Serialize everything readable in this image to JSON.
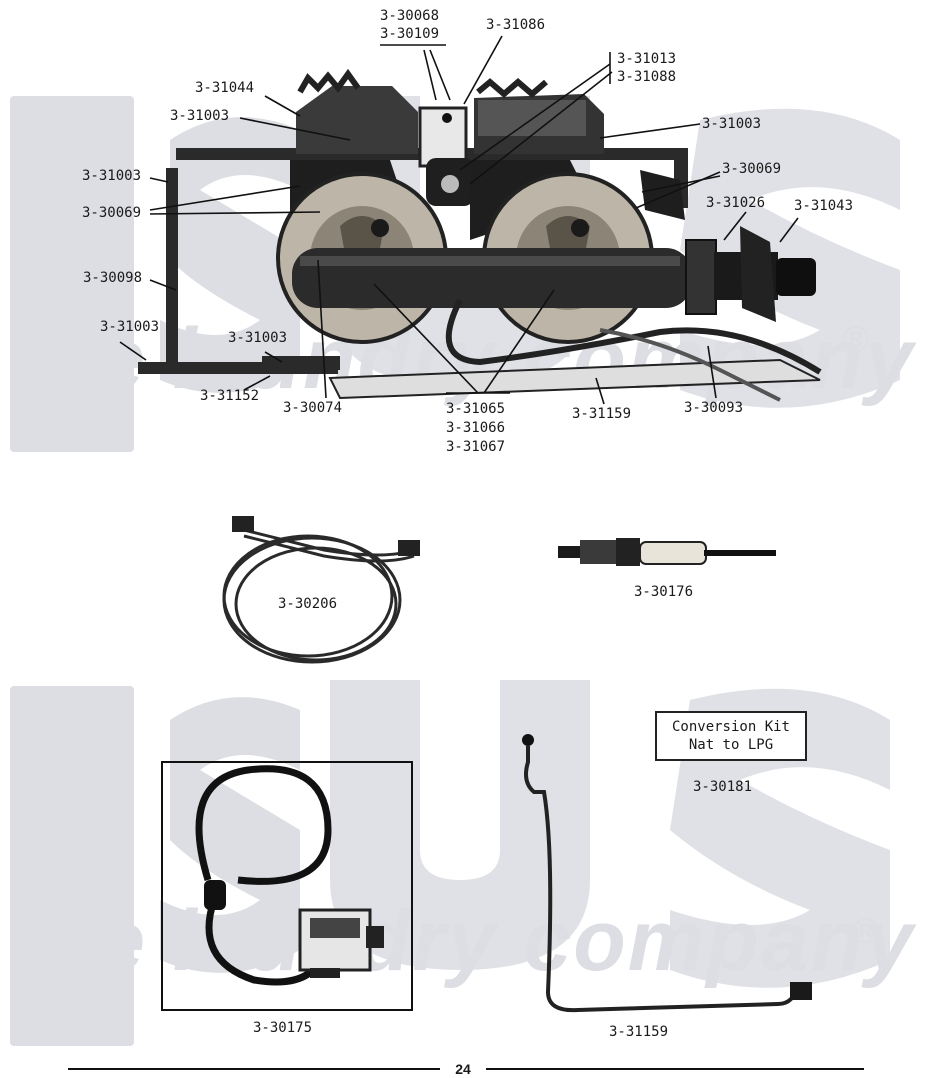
{
  "watermark": {
    "text_top": "the laundry company",
    "text_bottom": "the laundry company",
    "registered_mark": "®",
    "color": "#dcdee3"
  },
  "burner_assembly": {
    "labels": {
      "p30068": "3-30068",
      "p30109": "3-30109",
      "p31086": "3-31086",
      "p31013": "3-31013",
      "p31088": "3-31088",
      "p31044": "3-31044",
      "p31003_a": "3-31003",
      "p31003_b": "3-31003",
      "p31003_c": "3-31003",
      "p31003_d": "3-31003",
      "p31003_e": "3-31003",
      "p30069_a": "3-30069",
      "p30069_b": "3-30069",
      "p31026": "3-31026",
      "p31043": "3-31043",
      "p30098": "3-30098",
      "p31152": "3-31152",
      "p30074": "3-30074",
      "p31065": "3-31065",
      "p31066": "3-31066",
      "p31067": "3-31067",
      "p31159": "3-31159",
      "p30093": "3-30093"
    }
  },
  "parts": {
    "wire_harness": "3-30206",
    "igniter": "3-30176",
    "conversion_kit_line1": "Conversion Kit",
    "conversion_kit_line2": "Nat to LPG",
    "conversion_kit_part": "3-30181",
    "gas_valve_cable": "3-30175",
    "sensor_wire": "3-31159"
  },
  "footer": {
    "page_number": "24"
  }
}
